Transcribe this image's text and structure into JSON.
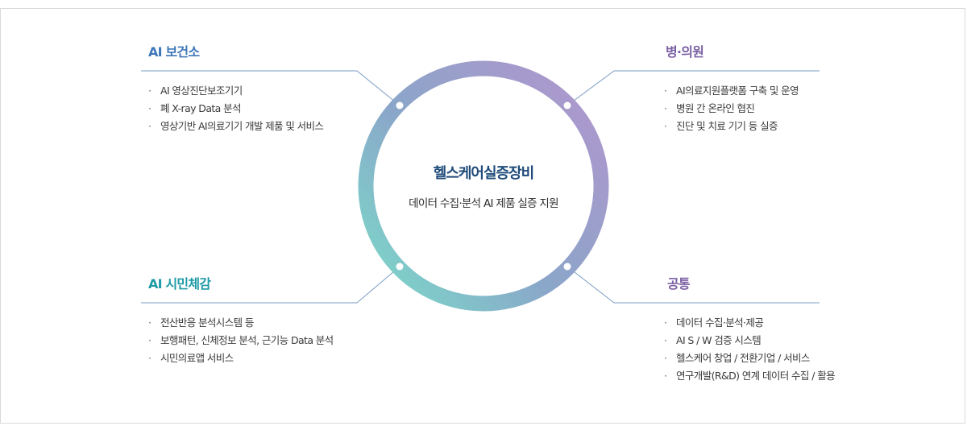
{
  "colors": {
    "ring_top_left": "#8aa1c8",
    "ring_bottom_left": "#7ecfc9",
    "ring_right": "#a999cc",
    "connector_line": "#6f9bc4",
    "title_blue": "#3f77b9",
    "title_purple": "#7b61a3",
    "title_teal": "#1e9ba6",
    "center_title": "#1f4b7a"
  },
  "center": {
    "title": "헬스케어실증장비",
    "subtitle": "데이터 수집·분석 AI 제품 실증 지원"
  },
  "blocks": {
    "top_left": {
      "title": "AI 보건소",
      "items": [
        "AI 영상진단보조기기",
        "폐 X-ray Data 분석",
        "영상기반 AI의료기기 개발 제품 및 서비스"
      ]
    },
    "top_right": {
      "title": "병·의원",
      "items": [
        "AI의료지원플랫폼 구축 및 운영",
        "병원 간 온라인 협진",
        "진단 및 치료 기기 등 실증"
      ]
    },
    "bottom_left": {
      "title": "AI 시민체감",
      "items": [
        "전산반응 분석시스템 등",
        "보행패턴, 신체정보 분석, 근기능 Data 분석",
        "시민의료앱 서비스"
      ]
    },
    "bottom_right": {
      "title": "공통",
      "items": [
        "데이터 수집·분석·제공",
        "AI S / W 검증 시스템",
        "헬스케어 창업 / 전환기업 / 서비스",
        "연구개발(R&D) 연계 데이터 수집 / 활용"
      ]
    }
  },
  "bullet_symbol": "·"
}
